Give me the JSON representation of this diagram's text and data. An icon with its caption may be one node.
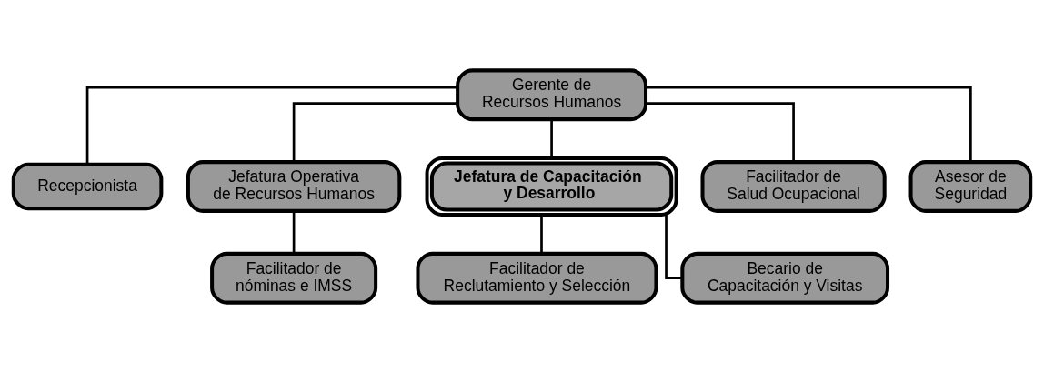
{
  "diagram": {
    "nodes": [
      {
        "text": [
          "Gerente de Recursos Humanos"
        ]
      },
      {
        "text": [
          "Recepcionista"
        ]
      },
      {
        "text": [
          "Jefatura Operativa de Recursos Humanos"
        ]
      },
      {
        "text": [
          "Jefatura de Capacitación y Desarrollo"
        ]
      },
      {
        "text": [
          "Facilitador de Salud Ocupacional"
        ]
      },
      {
        "text": [
          "Asesor de Seguridad"
        ]
      },
      {
        "text": [
          "Facilitador de nóminas e IMSS"
        ]
      },
      {
        "text": [
          "Facilitador de Reclutamiento y Selección"
        ]
      },
      {
        "text": [
          "Becario de Capacitación y Visitas"
        ]
      }
    ],
    "edges": [
      {
        "from": 0,
        "to": 1,
        "arrow": "none"
      },
      {
        "from": 0,
        "to": 2,
        "arrow": "none"
      },
      {
        "from": 0,
        "to": 3,
        "arrow": "none"
      },
      {
        "from": 0,
        "to": 4,
        "arrow": "none"
      },
      {
        "from": 0,
        "to": 5,
        "arrow": "none"
      },
      {
        "from": 2,
        "to": 6,
        "arrow": "none"
      },
      {
        "from": 3,
        "to": 7,
        "arrow": "none"
      },
      {
        "from": 3,
        "to": 8,
        "arrow": "none"
      }
    ]
  }
}
